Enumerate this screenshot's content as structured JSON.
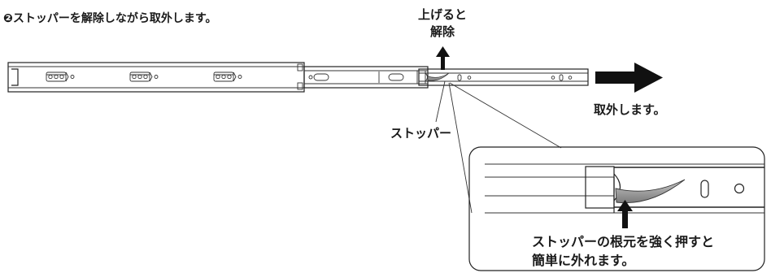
{
  "step_title": "❷ストッパーを解除しながら取外します。",
  "labels": {
    "lift_line1": "上げると",
    "lift_line2": "解除",
    "remove": "取外します。",
    "stopper": "ストッパー"
  },
  "detail_caption": {
    "line1": "ストッパーの根元を強く押すと",
    "line2": "簡単に外れます。"
  }
}
